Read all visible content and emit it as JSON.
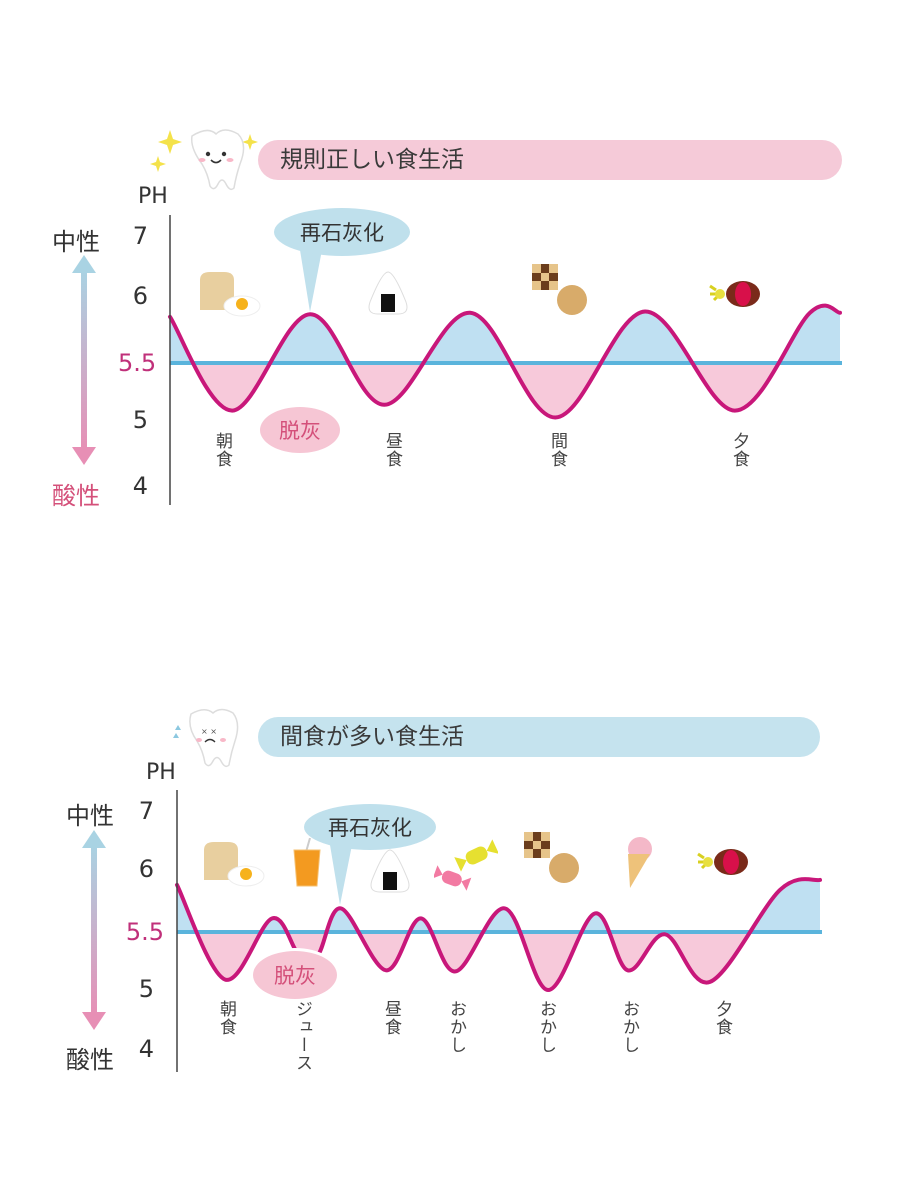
{
  "charts": [
    {
      "title": "規則正しい食生活",
      "banner_color": "#f5cad8",
      "ph_label": "PH",
      "neutral_label": "中性",
      "acidic_label": "酸性",
      "remineralization_label": "再石灰化",
      "demineralization_label": "脱灰",
      "tooth_mood": "happy",
      "meals": [
        "朝食",
        "昼食",
        "間食",
        "夕食"
      ],
      "food_icons": [
        "bread-egg-icon",
        "onigiri-icon",
        "cookies-icon",
        "meatball-icon"
      ]
    },
    {
      "title": "間食が多い食生活",
      "banner_color": "#c5e3ee",
      "ph_label": "PH",
      "neutral_label": "中性",
      "acidic_label": "酸性",
      "remineralization_label": "再石灰化",
      "demineralization_label": "脱灰",
      "tooth_mood": "sad",
      "meals": [
        "朝食",
        "ジュース",
        "昼食",
        "おかし",
        "おかし",
        "おかし",
        "夕食"
      ],
      "food_icons": [
        "bread-egg-icon",
        "juice-icon",
        "onigiri-icon",
        "candy-icon",
        "cookies-icon",
        "ice-cream-icon",
        "meatball-icon"
      ]
    }
  ],
  "colors": {
    "curve": "#c8177a",
    "threshold": "#5ab4dc",
    "above": "#bfe0f2",
    "below": "#f7c9da",
    "critical_text": "#c0307a",
    "neutral": "#333333",
    "acidic": "#d4507a"
  },
  "chart_data": [
    {
      "type": "line",
      "title": "規則正しい食生活",
      "ylabel": "PH",
      "y_ticks": [
        "7",
        "6",
        "5.5",
        "5",
        "4"
      ],
      "y_tick_values": [
        7,
        6,
        5.5,
        5,
        4
      ],
      "threshold": 5.5,
      "xlim": [
        0,
        100
      ],
      "x": [
        0,
        9.3,
        20.9,
        32,
        44.8,
        57.5,
        70.9,
        84.3,
        95.5,
        100
      ],
      "y": [
        5.85,
        5.09,
        5.87,
        5.14,
        5.88,
        5.03,
        5.89,
        5.09,
        5.88,
        5.88
      ]
    },
    {
      "type": "line",
      "title": "間食が多い食生活",
      "ylabel": "PH",
      "y_ticks": [
        "7",
        "6",
        "5.5",
        "5",
        "4"
      ],
      "y_tick_values": [
        7,
        6,
        5.5,
        5,
        4
      ],
      "threshold": 5.5,
      "xlim": [
        0,
        100
      ],
      "x": [
        0,
        7.5,
        14.8,
        19,
        21.9,
        25.5,
        32.5,
        37.9,
        43.3,
        51,
        57.7,
        65,
        70.1,
        75.9,
        82.9,
        93.8,
        100
      ],
      "y": [
        5.88,
        5.09,
        5.61,
        5.3,
        5.3,
        5.69,
        5.17,
        5.61,
        5.16,
        5.69,
        5.0,
        5.65,
        5.17,
        5.48,
        5.07,
        5.84,
        5.92
      ]
    }
  ]
}
